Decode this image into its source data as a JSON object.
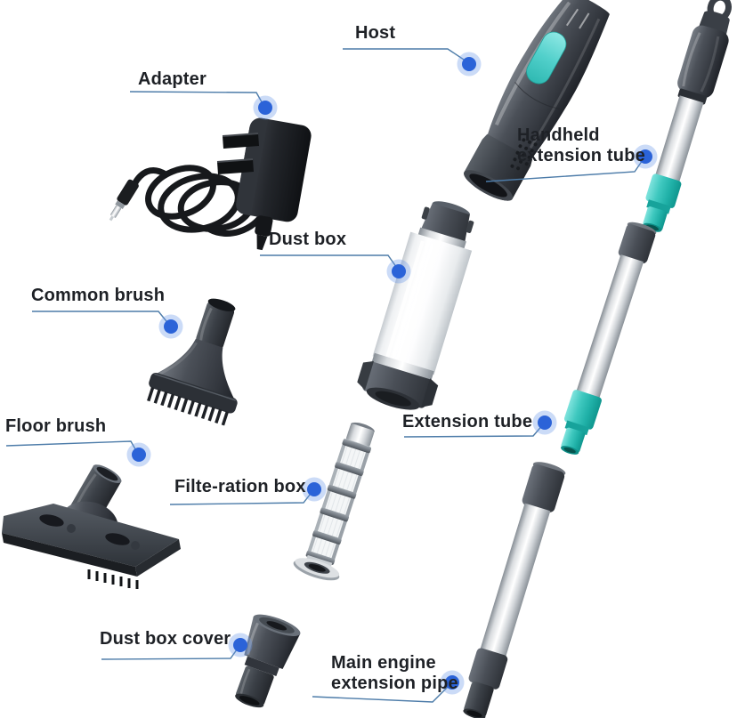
{
  "image_type": "vacuum-cleaner-parts-diagram",
  "callouts": [
    {
      "id": "host",
      "label": "Host"
    },
    {
      "id": "adapter",
      "label": "Adapter"
    },
    {
      "id": "dust-box",
      "label": "Dust box"
    },
    {
      "id": "common-brush",
      "label": "Common brush"
    },
    {
      "id": "floor-brush",
      "label": "Floor brush"
    },
    {
      "id": "filteration-box",
      "label": "Filte-ration box"
    },
    {
      "id": "extension-tube",
      "label": "Extension tube"
    },
    {
      "id": "handheld-extension-tube",
      "label": "Handheld extension tube"
    },
    {
      "id": "dust-box-cover",
      "label": "Dust box cover"
    },
    {
      "id": "main-engine-extension-pipe",
      "label": "Main engine extension pipe"
    }
  ],
  "icons": {
    "callout_dot": "filled-circle-with-halo"
  },
  "colors": {
    "background": "#ffffff",
    "label_text": "#1e2126",
    "callout_line": "#4d7ca9",
    "callout_dot": "#2b63d8",
    "callout_dot_halo": "#6a97e8",
    "accent_teal": "#3fc8bf",
    "part_dark_gray": "#43484f",
    "tube_silver": "#d9dcdf",
    "adapter_black": "#17191c"
  }
}
